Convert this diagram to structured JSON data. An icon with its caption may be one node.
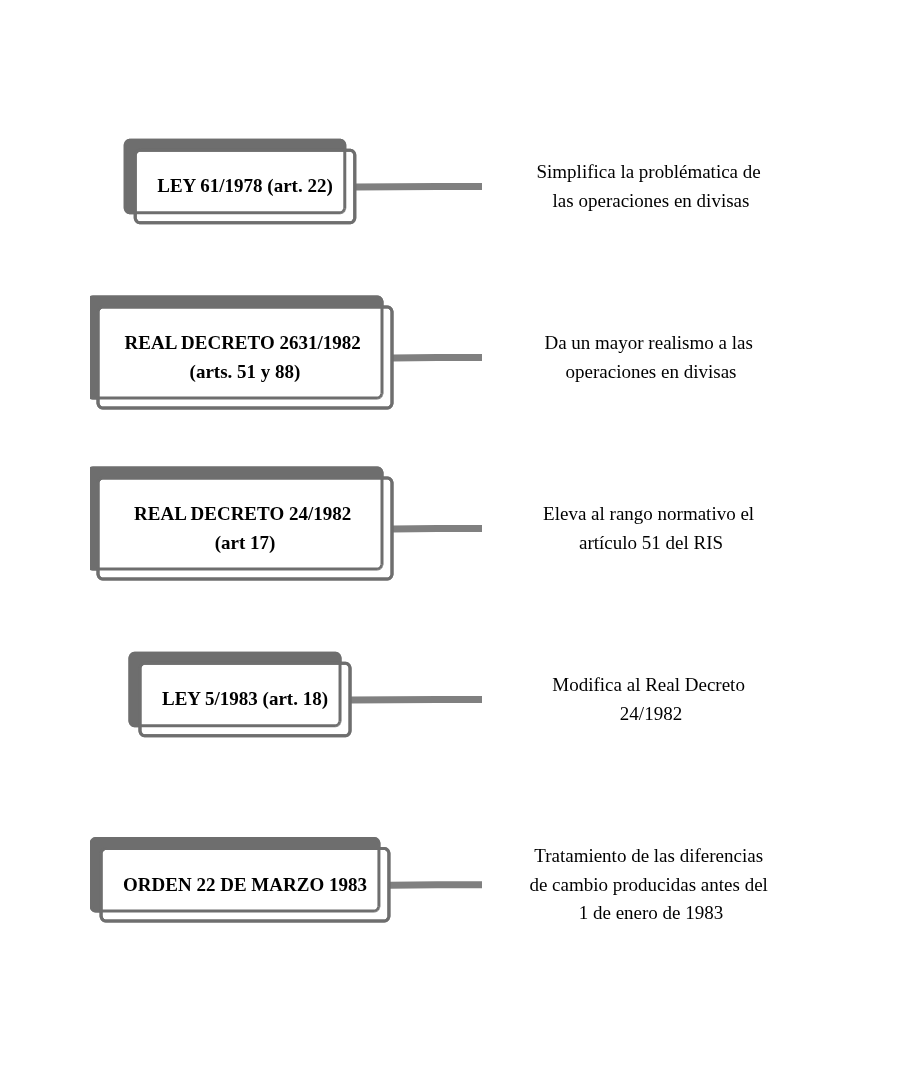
{
  "diagram": {
    "nodes": [
      {
        "text": [
          "LEY 61/1978 (art. 22)"
        ]
      },
      {
        "text": [
          "Simplifica la problématica de las operaciones en divisas"
        ]
      },
      {
        "text": [
          "REAL DECRETO 2631/1982 (arts. 51 y 88)"
        ]
      },
      {
        "text": [
          "Da un mayor realismo a las operaciones en divisas"
        ]
      },
      {
        "text": [
          "REAL DECRETO 24/1982 (art 17)"
        ]
      },
      {
        "text": [
          "Eleva al rango normativo el artículo 51 del RIS"
        ]
      },
      {
        "text": [
          "LEY 5/1983 (art. 18)"
        ]
      },
      {
        "text": [
          "Modifica al Real Decreto 24/1982"
        ]
      },
      {
        "text": [
          "ORDEN 22 DE MARZO 1983"
        ]
      },
      {
        "text": [
          "Tratamiento de las diferencias de cambio producidas antes del 1 de enero de 1983"
        ]
      }
    ],
    "edges": [
      {
        "from": 0,
        "to": 1,
        "arrow": "none"
      },
      {
        "from": 2,
        "to": 3,
        "arrow": "none"
      },
      {
        "from": 4,
        "to": 5,
        "arrow": "none"
      },
      {
        "from": 6,
        "to": 7,
        "arrow": "none"
      },
      {
        "from": 8,
        "to": 9,
        "arrow": "none"
      }
    ]
  }
}
